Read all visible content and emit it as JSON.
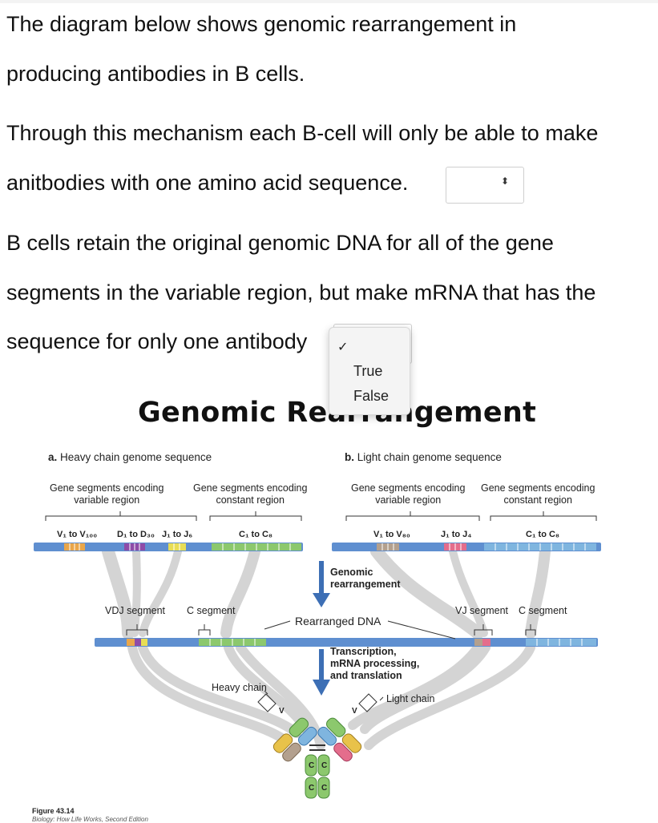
{
  "question": {
    "line1": "The diagram below shows genomic rearrangement in",
    "line2": "producing antibodies in B cells.",
    "s1_line1": "Through this mechanism each B-cell will only be able to make",
    "s1_line2": "anitbodies with one amino acid sequence.",
    "s2_line1": "B cells retain the original  genomic DNA for all of the gene",
    "s2_line2": "segments in the variable region, but make mRNA that has the",
    "s2_line3": "sequence for only one antibody"
  },
  "select1": {
    "arrows": "⬍"
  },
  "dropdown": {
    "check": "✓",
    "options": [
      "True",
      "False"
    ]
  },
  "figure": {
    "title": "Genomic Rearrangement",
    "heavy_title_prefix": "a.",
    "heavy_title": "Heavy chain genome sequence",
    "light_title_prefix": "b.",
    "light_title": "Light chain genome sequence",
    "heavy_var": "Gene segments encoding\nvariable region",
    "heavy_const": "Gene segments encoding\nconstant region",
    "light_var": "Gene segments encoding\nvariable region",
    "light_const": "Gene segments encoding\nconstant region",
    "h_v": "V₁ to V₁₀₀",
    "h_d": "D₁ to D₃₀",
    "h_j": "J₁ to J₆",
    "h_c": "C₁ to C₈",
    "l_v": "V₁ to V₈₀",
    "l_j": "J₁ to J₄",
    "l_c": "C₁ to C₈",
    "genomic": "Genomic\nrearrangement",
    "vdj": "VDJ segment",
    "cseg": "C segment",
    "rearranged": "Rearranged DNA",
    "vj": "VJ segment",
    "cseg2": "C segment",
    "transcription": "Transcription,\nmRNA processing,\nand translation",
    "heavy_chain": "Heavy chain",
    "light_chain": "Light chain",
    "letter_v": "V",
    "letter_c": "C",
    "fig_num": "Figure 43.14",
    "fig_source": "Biology: How Life Works, Second Edition"
  }
}
